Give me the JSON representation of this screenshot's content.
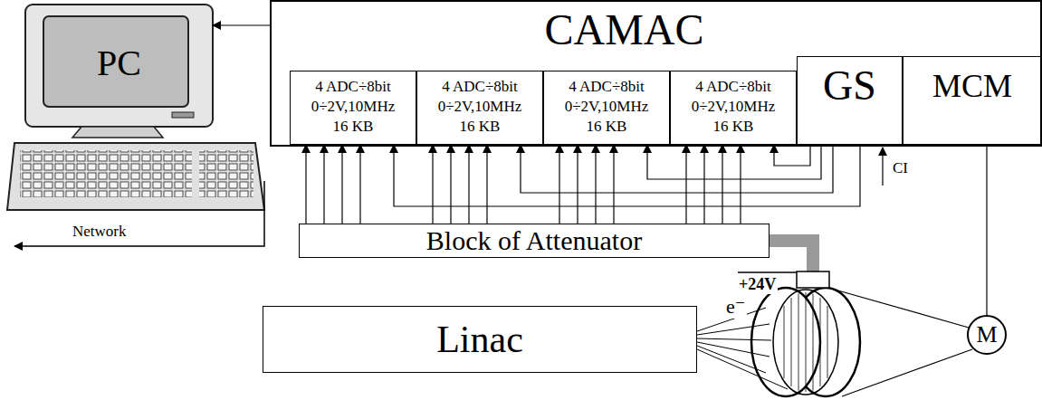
{
  "diagram": {
    "nodes": [
      {
        "text": [
          "PC"
        ]
      },
      {
        "text": [
          "CAMAC"
        ]
      },
      {
        "text": [
          "4 ADC÷8bit 0÷2V,10MHz 16 KB"
        ],
        "in": 1
      },
      {
        "text": [
          "4 ADC÷8bit 0÷2V,10MHz 16 KB"
        ],
        "in": 1
      },
      {
        "text": [
          "4 ADC÷8bit 0÷2V,10MHz 16 KB"
        ],
        "in": 1
      },
      {
        "text": [
          "4 ADC÷8bit 0÷2V,10MHz 16 KB"
        ],
        "in": 1
      },
      {
        "text": [
          "GS"
        ],
        "in": 1
      },
      {
        "text": [
          "MCM"
        ],
        "in": 1
      },
      {
        "text": [
          "Block of Attenuator"
        ]
      },
      {
        "text": [
          "Linac"
        ]
      },
      {
        "text": [
          "M"
        ]
      }
    ],
    "edges": [
      {
        "from": 1,
        "to": 0,
        "arrow": "to"
      },
      {
        "from": 8,
        "to": 2,
        "arrow": "to"
      },
      {
        "from": 8,
        "to": 3,
        "arrow": "to"
      },
      {
        "from": 8,
        "to": 4,
        "arrow": "to"
      },
      {
        "from": 8,
        "to": 5,
        "arrow": "to"
      },
      {
        "from": 6,
        "to": 2,
        "arrow": "to"
      },
      {
        "from": 6,
        "to": 3,
        "arrow": "to"
      },
      {
        "from": 6,
        "to": 4,
        "arrow": "to"
      },
      {
        "from": 6,
        "to": 5,
        "arrow": "to"
      },
      {
        "from": 7,
        "to": 10,
        "arrow": "none"
      }
    ],
    "labels": [
      "Network",
      "CI",
      "+24V",
      "e⁻"
    ]
  }
}
